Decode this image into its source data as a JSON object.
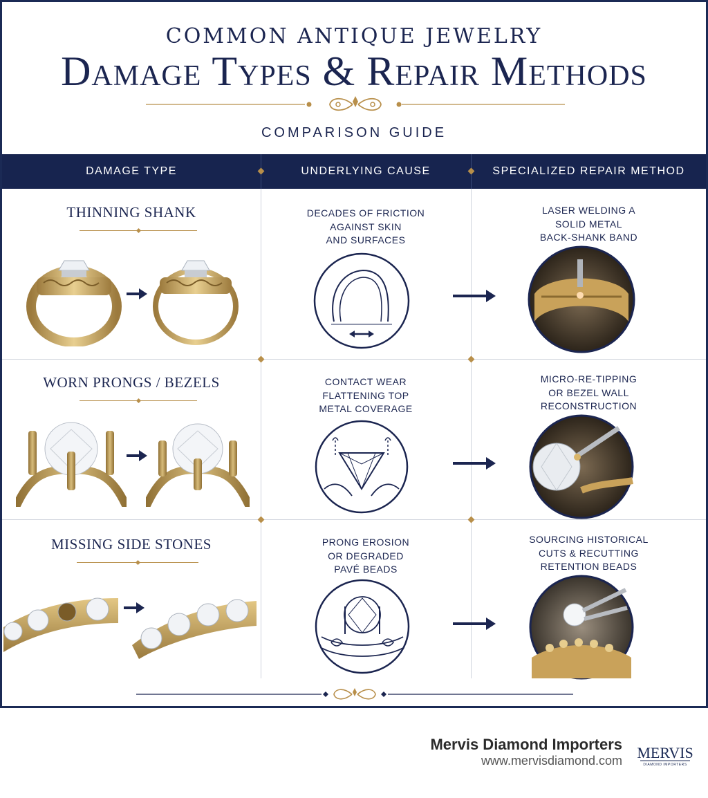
{
  "header": {
    "kicker": "COMMON ANTIQUE JEWELRY",
    "headline": "Damage Types & Repair Methods",
    "subtitle": "COMPARISON GUIDE"
  },
  "columns": [
    "DAMAGE TYPE",
    "UNDERLYING CAUSE",
    "SPECIALIZED REPAIR METHOD"
  ],
  "rows": [
    {
      "damage": "THINNING SHANK",
      "cause": [
        "DECADES OF FRICTION",
        "AGAINST SKIN",
        "AND SURFACES"
      ],
      "repair": [
        "LASER WELDING A",
        "SOLID METAL",
        "BACK-SHANK BAND"
      ]
    },
    {
      "damage": "WORN PRONGS / BEZELS",
      "cause": [
        "CONTACT WEAR",
        "FLATTENING TOP",
        "METAL COVERAGE"
      ],
      "repair": [
        "MICRO-RE-TIPPING",
        "OR BEZEL WALL",
        "RECONSTRUCTION"
      ]
    },
    {
      "damage": "MISSING SIDE STONES",
      "cause": [
        "PRONG EROSION",
        "OR DEGRADED",
        "PAVÉ BEADS"
      ],
      "repair": [
        "SOURCING HISTORICAL",
        "CUTS & RECUTTING",
        "RETENTION BEADS"
      ]
    }
  ],
  "footer": {
    "brand": "Mervis Diamond Importers",
    "url": "www.mervisdiamond.com",
    "logo_text": "MERVIS",
    "logo_sub": "DIAMOND IMPORTERS"
  },
  "colors": {
    "navy": "#17244f",
    "gold": "#b88f4a",
    "rule": "#cfd3dc"
  },
  "icons": [
    "gold-ring-icon",
    "arrow-right-icon",
    "line-drawing-icon",
    "repair-photo-icon",
    "ornament-icon"
  ]
}
